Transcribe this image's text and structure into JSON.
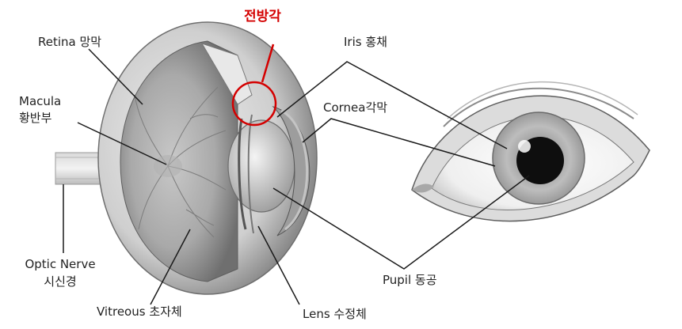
{
  "labels": {
    "highlight": "전방각",
    "retina": "Retina 망막",
    "iris": "Iris 홍채",
    "macula_en": "Macula",
    "macula_ko": "황반부",
    "cornea": "Cornea각막",
    "optic_nerve_en": "Optic Nerve",
    "optic_nerve_ko": "시신경",
    "pupil": "Pupil 동공",
    "vitreous": "Vitreous 초자체",
    "lens": "Lens 수정체"
  },
  "colors": {
    "highlight": "#d40000",
    "leader_line": "#1a1a1a"
  }
}
